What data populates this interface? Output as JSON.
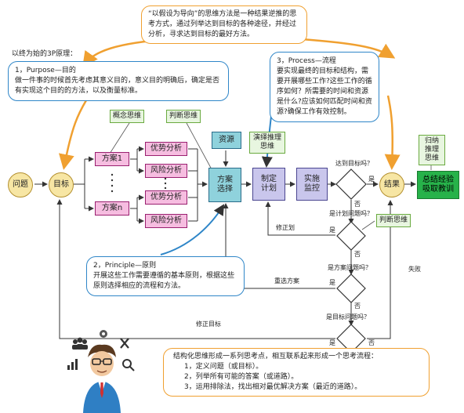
{
  "top_callout": "“以假设为导向”的思维方法是一种结果逆推的思考方式，通过列举达到目标的各种途径，并经过分析，寻求达到目标的最好方法。",
  "intro_label": "以终为始的3P原理：",
  "purpose_callout": "1，Purpose—目的\n做一件事的时候首先考虑其意义目的，意义目的明确后，确定是否有实现这个目的的方法，以及衡量标准。",
  "process_callout": "3，Process—流程\n要实现最终的目标和结构，需要开展哪些工作?这些工作的循序如何？所需要的时间和资源是什么?应该如何匹配时间和资源?确保工作有效控制。",
  "principle_callout": "2，Principle—原则\n开展这些工作需要遵循的基本原则，根据这些原则选择相应的流程和方法。",
  "bottom_callout": {
    "intro": "结构化思维形成一系列思考点，相互联系起来形成一个思考流程：",
    "steps": [
      "1，定义问题（或目标）。",
      "2，列举所有可能的答案（或道路）。",
      "3，运用排除法，找出相对最优解决方案（最近的道路）。"
    ]
  },
  "nodes": {
    "problem": "问题",
    "goal": "目标",
    "plan1": "方案1",
    "plann": "方案n",
    "adv1": "优势分析",
    "risk1": "风险分析",
    "adv2": "优势分析",
    "risk2": "风险分析",
    "resource": "资源",
    "choose": "方案选择",
    "make_plan": "制定计划",
    "monitor": "实施监控",
    "result": "结果",
    "summary": "总结经验吸取教训"
  },
  "notes": {
    "concept": "概念思维",
    "judge1": "判断思维",
    "deductive": "演绎推理思维",
    "inductive": "归纳推理思维",
    "judge2": "判断思维"
  },
  "labels": {
    "reached": "达到目标吗？",
    "yes1": "是",
    "no1": "否",
    "plan_problem": "是计划问题吗？",
    "yes2": "是",
    "fix_plan": "修正划",
    "no2": "否",
    "scheme_problem": "是方案问题吗？",
    "yes3": "是",
    "reselect": "重选方案",
    "no3": "否",
    "goal_problem": "是目标问题吗？",
    "yes4": "是",
    "fix_goal": "修正目标",
    "no4": "否",
    "fail": "失败"
  },
  "colors": {
    "pink": "#f6bde0",
    "teal": "#8fd2dc",
    "purple": "#c9c6ec",
    "green": "#27b24a",
    "circle": "#f7e6a4",
    "orange_border": "#f0a030",
    "blue_border": "#2f86c8"
  },
  "figure_icons": [
    "people-icon",
    "tools-icon",
    "chart-icon",
    "gear-icon",
    "magnifier-icon",
    "thinking-man-icon"
  ]
}
